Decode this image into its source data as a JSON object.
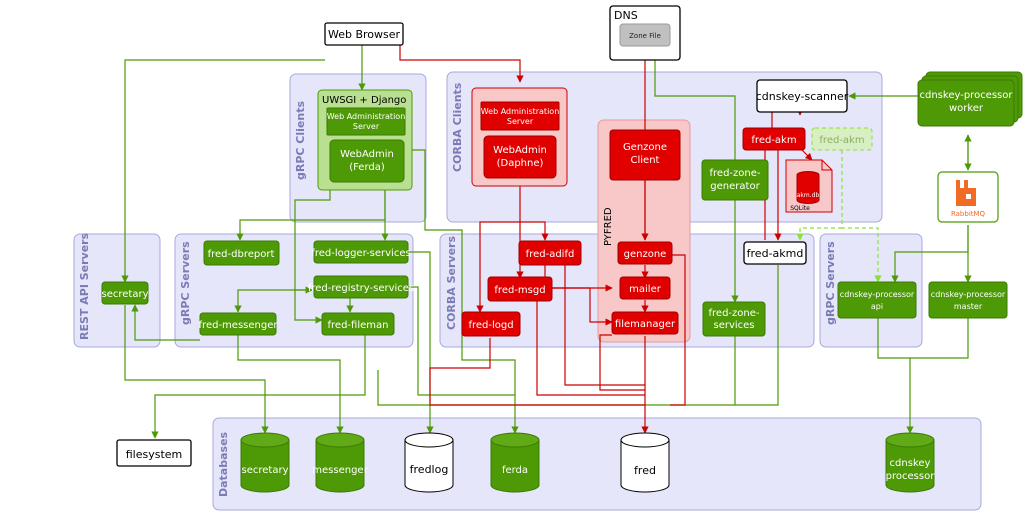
{
  "regions": {
    "grpc_clients": "gRPC Clients",
    "corba_clients": "CORBA Clients",
    "rest_api_servers": "REST API Servers",
    "grpc_servers_left": "gRPC Servers",
    "corba_servers": "CORBA Servers",
    "grpc_servers_right": "gRPC Servers",
    "databases": "Databases",
    "pyfred": "PYFRED"
  },
  "nodes": {
    "web_browser": "Web Browser",
    "dns": "DNS",
    "zone_file": "Zone File",
    "uwsgi_django": "UWSGI + Django",
    "webadmin_server_green_1": "Web Administration",
    "webadmin_server_green_2": "Server",
    "webadmin_ferda_1": "WebAdmin",
    "webadmin_ferda_2": "(Ferda)",
    "webadmin_server_red_1": "Web Administration",
    "webadmin_server_red_2": "Server",
    "webadmin_daphne_1": "WebAdmin",
    "webadmin_daphne_2": "(Daphne)",
    "genzone_client_1": "Genzone",
    "genzone_client_2": "Client",
    "cdnskey_scanner": "cdnskey-scanner",
    "cdnskey_processor_worker_1": "cdnskey-processor",
    "cdnskey_processor_worker_2": "worker",
    "fred_akm": "fred-akm",
    "fred_akm_ghost": "fred-akm",
    "akm_db": "akm.db",
    "sqlite": "SQLite",
    "fred_zone_generator_1": "fred-zone-",
    "fred_zone_generator_2": "generator",
    "rabbitmq": "RabbitMQ",
    "secretary": "secretary",
    "fred_dbreport": "fred-dbreport",
    "fred_logger_services": "fred-logger-services",
    "fred_registry_services": "fred-registry-services",
    "fred_messenger": "fred-messenger",
    "fred_fileman": "fred-fileman",
    "fred_adifd": "fred-adifd",
    "fred_msgd": "fred-msgd",
    "fred_logd": "fred-logd",
    "genzone": "genzone",
    "mailer": "mailer",
    "filemanager": "filemanager",
    "fred_zone_services_1": "fred-zone-",
    "fred_zone_services_2": "services",
    "fred_akmd": "fred-akmd",
    "cdnskey_processor_api_1": "cdnskey-processor",
    "cdnskey_processor_api_2": "api",
    "cdnskey_processor_master_1": "cdnskey-processor",
    "cdnskey_processor_master_2": "master",
    "filesystem": "filesystem",
    "db_secretary": "secretary",
    "db_messenger": "messenger",
    "db_fredlog": "fredlog",
    "db_ferda": "ferda",
    "db_fred": "fred",
    "db_cdnskey_1": "cdnskey",
    "db_cdnskey_2": "processor"
  },
  "colors": {
    "green": "#4e9a06",
    "red": "#e00000",
    "region": "#e6e6fb",
    "pyfred": "#f8c8c8",
    "light_green": "#b8e090"
  }
}
